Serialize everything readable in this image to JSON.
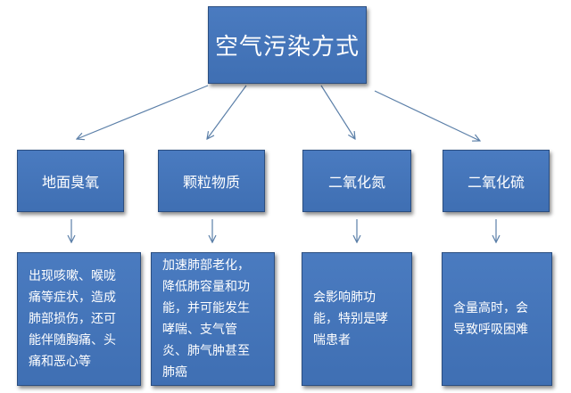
{
  "root": {
    "label": "空气污染方式"
  },
  "categories": [
    {
      "label": "地面臭氧",
      "detail": "出现咳嗽、喉咙痛等症状，造成肺部损伤，还可能伴随胸痛、头痛和恶心等"
    },
    {
      "label": "颗粒物质",
      "detail": "加速肺部老化，降低肺容量和功能，并可能发生哮喘、支气管炎、肺气肿甚至肺癌"
    },
    {
      "label": "二氧化氮",
      "detail": "会影响肺功能，特别是哮喘患者"
    },
    {
      "label": "二氧化硫",
      "detail": "含量高时，会导致呼吸困难"
    }
  ]
}
